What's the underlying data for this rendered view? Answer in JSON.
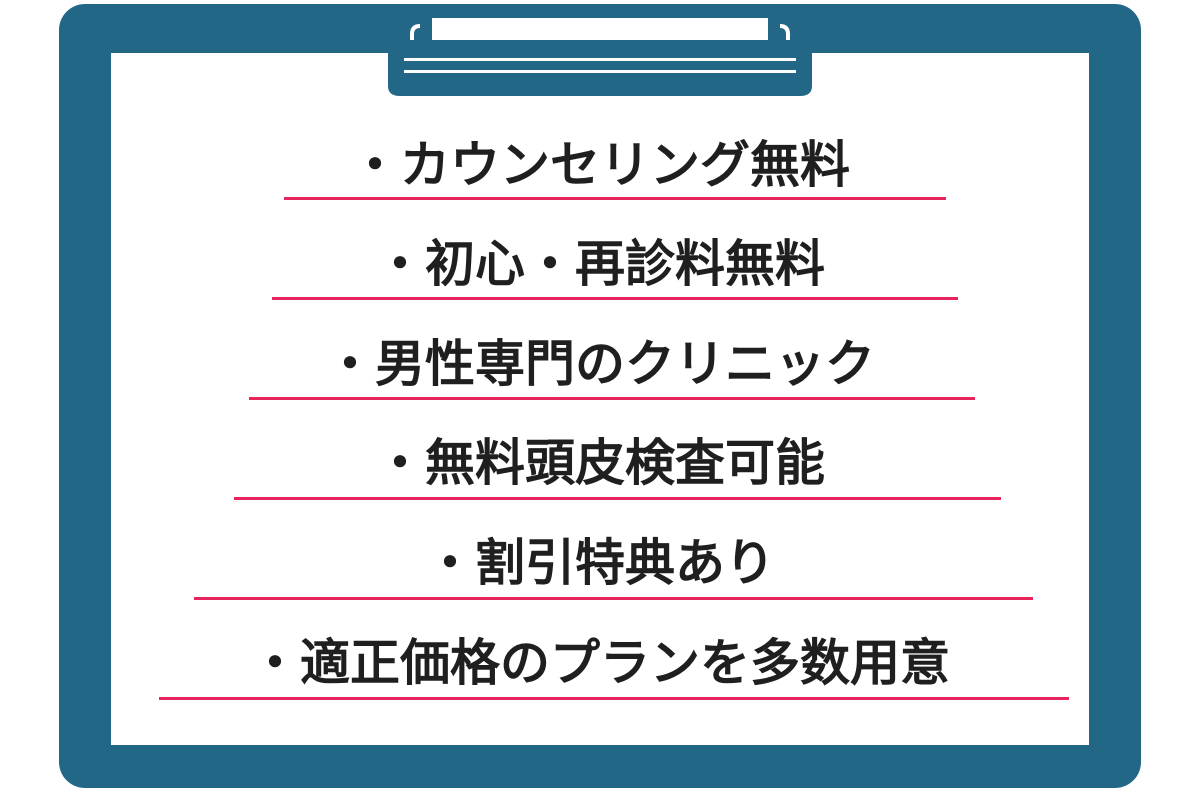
{
  "colors": {
    "board": "#236787",
    "paper": "#ffffff",
    "text": "#1f1f1f",
    "underline": "#e8245c"
  },
  "items": [
    "・カウンセリング無料",
    "・初心・再診料無料",
    "・男性専門のクリニック",
    "・無料頭皮検査可能",
    "・割引特典あり",
    "・適正価格のプランを多数用意"
  ]
}
